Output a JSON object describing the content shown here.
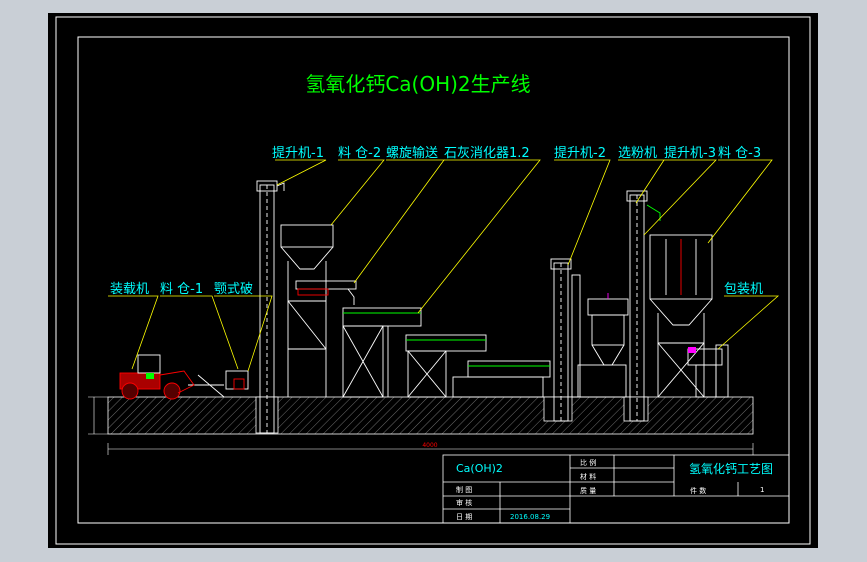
{
  "drawing": {
    "title": "氢氧化钙Ca(OH)2生产线",
    "callouts": {
      "elevator1": "提升机-1",
      "bin2": "料 仓-2",
      "screw_conveyor": "螺旋输送",
      "slaker": "石灰消化器1.2",
      "elevator2": "提升机-2",
      "classifier": "选粉机",
      "elevator3": "提升机-3",
      "bin3": "料 仓-3",
      "loader": "装载机",
      "bin1": "料 仓-1",
      "crusher": "颚式破",
      "packer": "包装机"
    },
    "dimension_label": "4000"
  },
  "title_block": {
    "formula": "Ca(OH)2",
    "drawing_name": "氢氧化钙工艺图",
    "scale_label": "比 例",
    "material_label": "材 料",
    "mass_label": "质 量",
    "drawn_label": "制 图",
    "review_label": "审 核",
    "date_label": "日 期",
    "date_value": "2016.08.29",
    "pieces_label": "件 数",
    "pieces_value": "1"
  },
  "colors": {
    "background": "#000000",
    "frame": "#ffffff",
    "title": "#00ff00",
    "callout_text": "#00ffff",
    "callout_line": "#ffff00",
    "equipment": "#ffffff",
    "accent_red": "#ff0000",
    "green": "#00ff00",
    "magenta": "#ff00ff"
  }
}
